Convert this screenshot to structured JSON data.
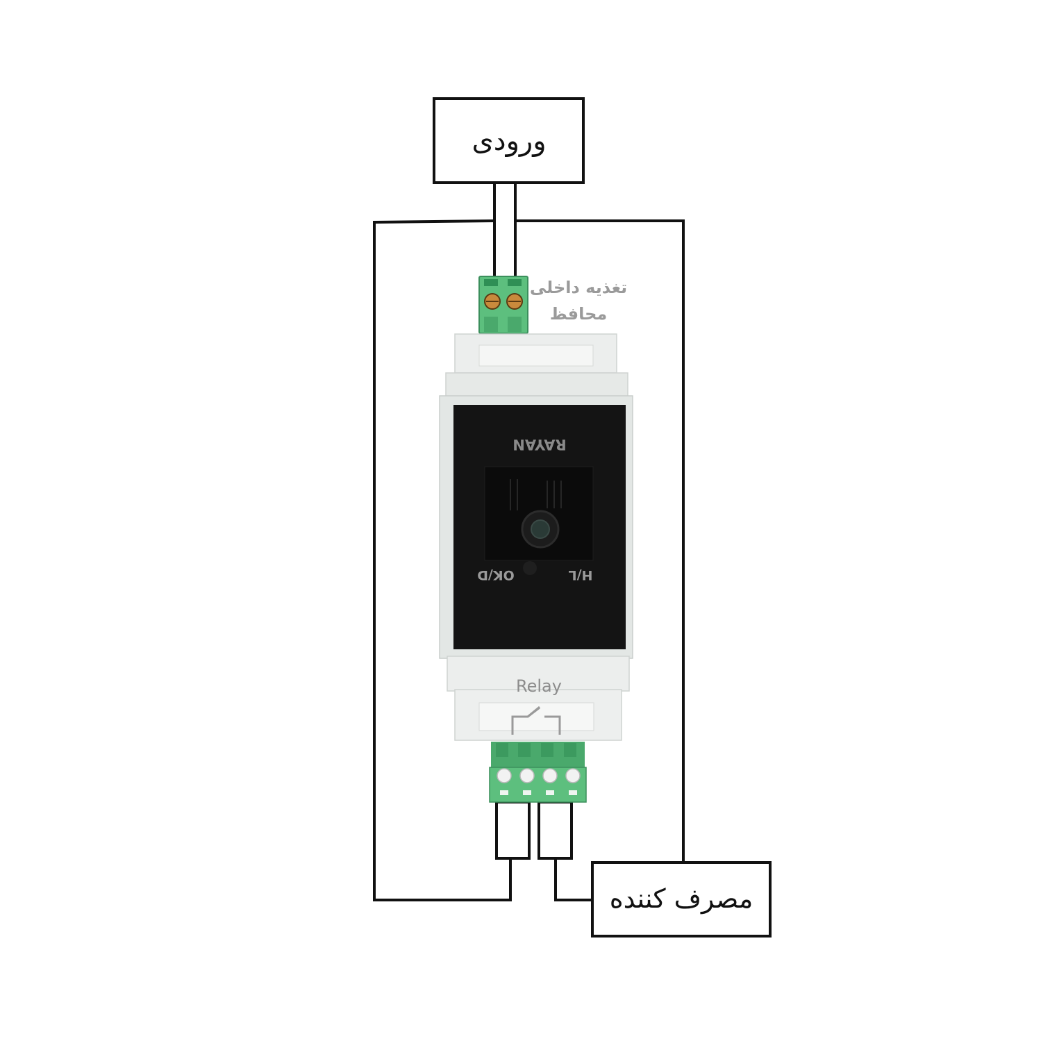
{
  "input_box": {
    "label": "ورودی"
  },
  "power_terminal": {
    "caption_line1": "تغذیه داخلی",
    "caption_line2": "محافظ"
  },
  "device": {
    "brand": "RAYAN",
    "left_indicator_label": "OK/D",
    "right_indicator_label": "H/L",
    "relay_label": "Relay"
  },
  "consumer_box": {
    "label": "مصرف کننده"
  },
  "colors": {
    "wire": "#111111",
    "terminal_green": "#5dbf7e",
    "terminal_green_dark": "#2f8f55",
    "housing": "#e9ecea",
    "faceplate": "#141414",
    "caption_gray": "#9a9a9a"
  }
}
